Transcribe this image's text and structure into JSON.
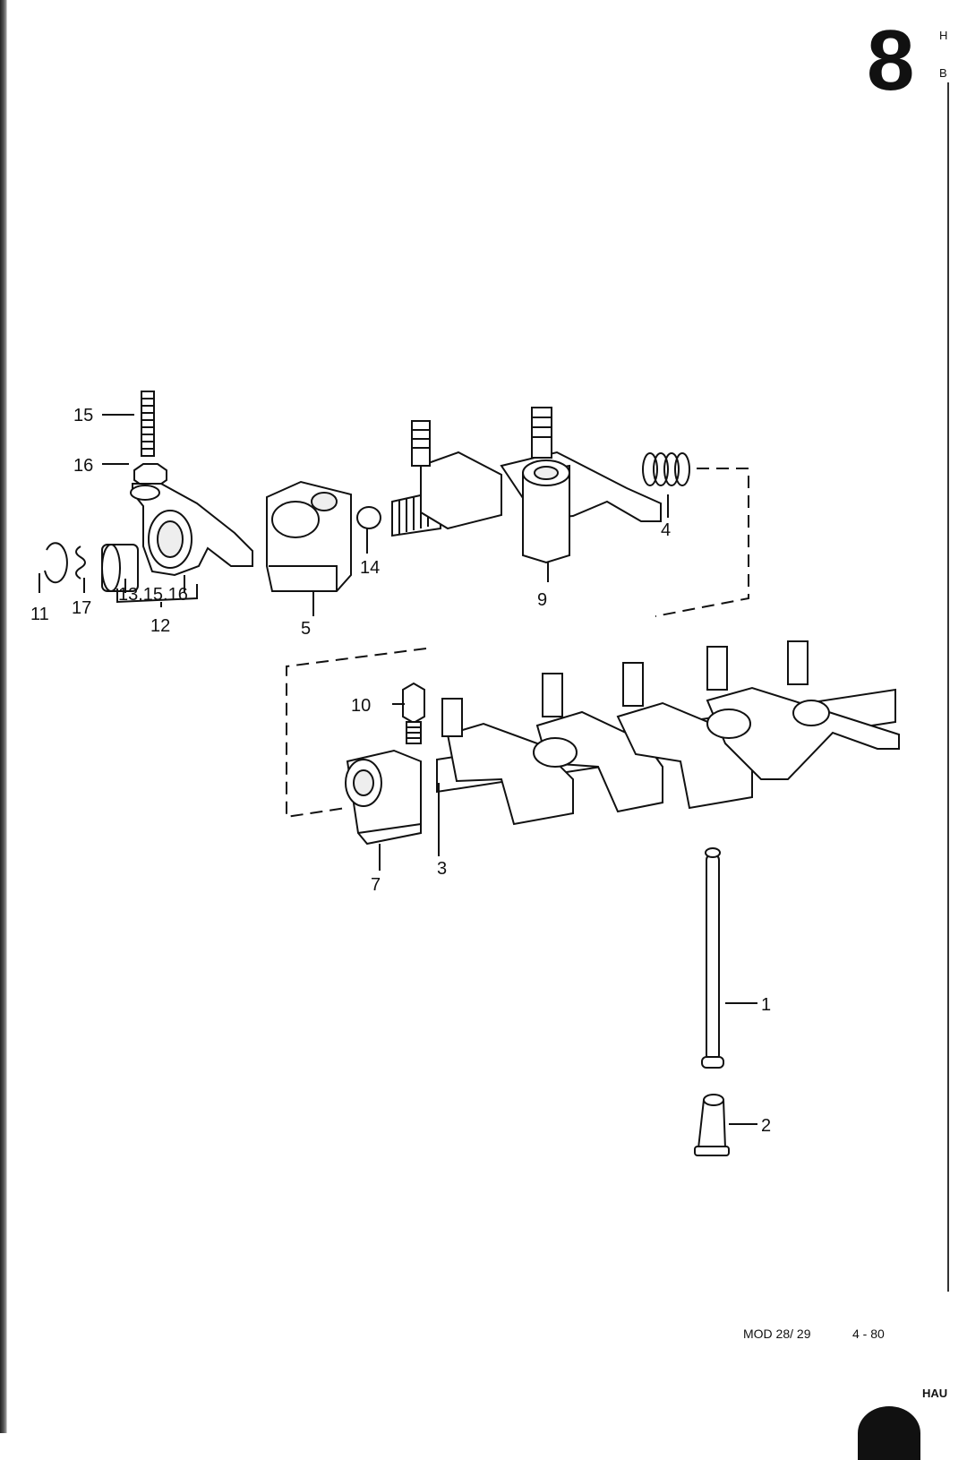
{
  "header": {
    "section_number": "8",
    "edge_top": "H",
    "edge_second": "B"
  },
  "footer": {
    "model": "MOD 28/ 29",
    "date": "4 - 80",
    "edge_bottom": "HAU"
  },
  "callouts": {
    "c1": "1",
    "c2": "2",
    "c3": "3",
    "c4": "4",
    "c5": "5",
    "c7": "7",
    "c9": "9",
    "c10": "10",
    "c11": "11",
    "c12": "12",
    "c13_15_16": "13.15.16",
    "c14": "14",
    "c15": "15",
    "c16": "16",
    "c17": "17"
  }
}
